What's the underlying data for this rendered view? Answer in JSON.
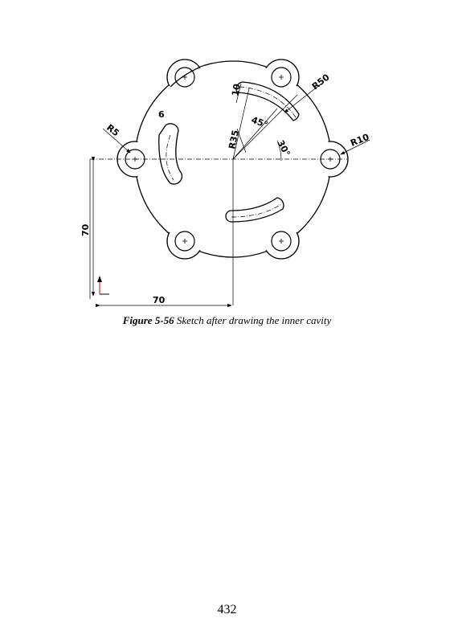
{
  "figure": {
    "dimensions": {
      "r5": "R5",
      "r10": "R10",
      "r35": "R35",
      "r50": "R50",
      "d10": "10",
      "d6": "6",
      "a45": "45°",
      "a30": "30°",
      "h70": "70",
      "v70": "70"
    },
    "colors": {
      "line": "#000000",
      "axis_y": "#e00000"
    },
    "caption_label": "Figure 5-56",
    "caption_text": "Sketch after drawing the inner cavity"
  },
  "page_number": "432"
}
